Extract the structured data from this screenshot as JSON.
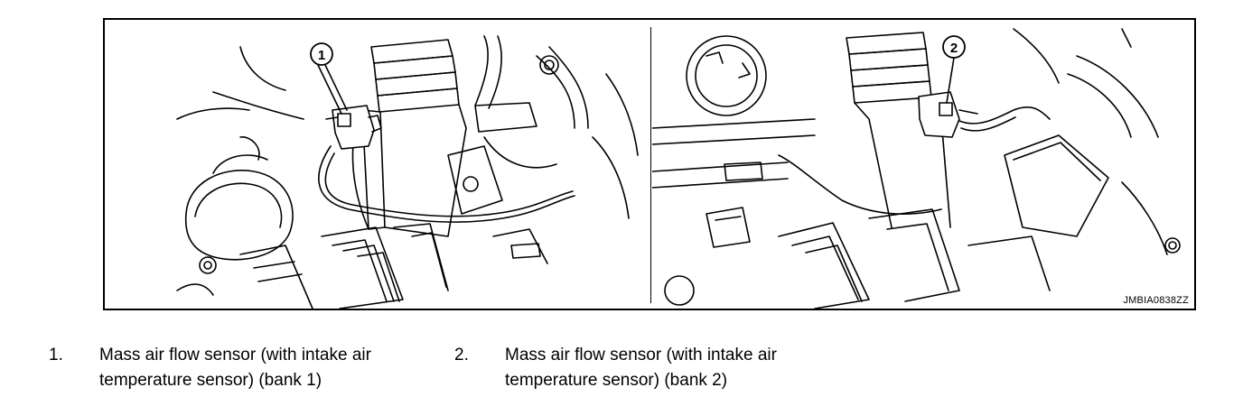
{
  "figure": {
    "id": "JMBIA0838ZZ",
    "callouts": [
      {
        "number": "1"
      },
      {
        "number": "2"
      }
    ]
  },
  "legend": {
    "items": [
      {
        "number": "1.",
        "text": "Mass air flow sensor (with intake air temperature sensor) (bank 1)"
      },
      {
        "number": "2.",
        "text": "Mass air flow sensor (with intake air temperature sensor) (bank 2)"
      }
    ]
  }
}
